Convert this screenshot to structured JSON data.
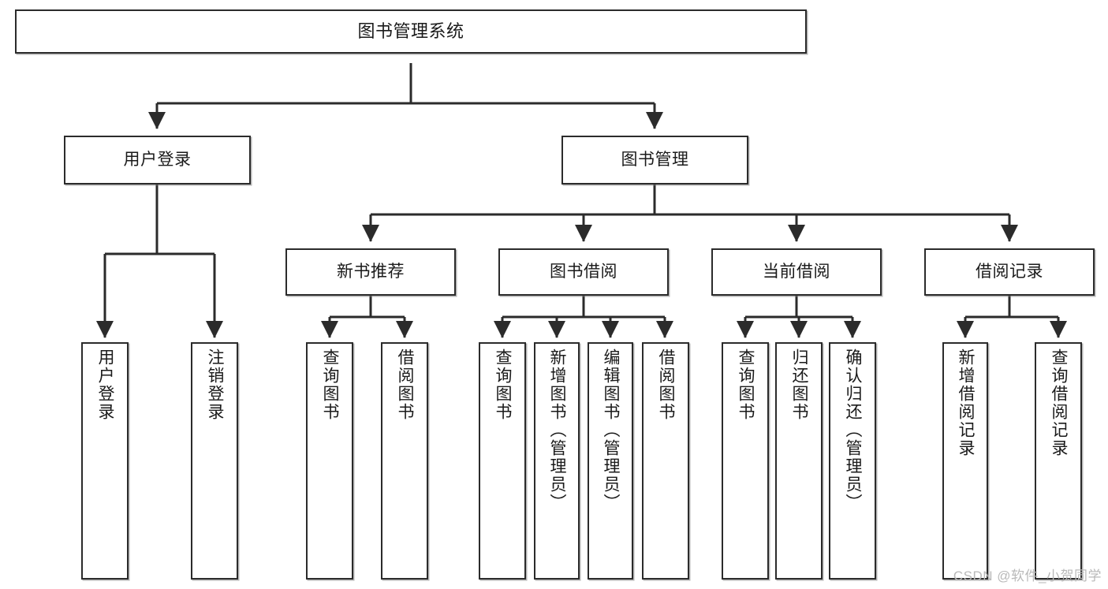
{
  "diagram": {
    "title": "图书管理系统",
    "watermark": "CSDN @软件_小贺同学",
    "line_color": "#2b2b2b",
    "box_fill": "#ffffff",
    "text_color": "#1a1a1a"
  },
  "nodes": {
    "root": {
      "label": "图书管理系统"
    },
    "level2": [
      {
        "label": "用户登录"
      },
      {
        "label": "图书管理"
      }
    ],
    "level3": [
      {
        "label": "新书推荐"
      },
      {
        "label": "图书借阅"
      },
      {
        "label": "当前借阅"
      },
      {
        "label": "借阅记录"
      }
    ],
    "leaves": {
      "user_login": [
        {
          "label": "用户登录"
        },
        {
          "label": "注销登录"
        }
      ],
      "new_book_recommend": [
        {
          "label": "查询图书"
        },
        {
          "label": "借阅图书"
        }
      ],
      "book_borrow": [
        {
          "label": "查询图书"
        },
        {
          "label": "新增图书（管理员）"
        },
        {
          "label": "编辑图书（管理员）"
        },
        {
          "label": "借阅图书"
        }
      ],
      "current_borrow": [
        {
          "label": "查询图书"
        },
        {
          "label": "归还图书"
        },
        {
          "label": "确认归还（管理员）"
        }
      ],
      "borrow_record": [
        {
          "label": "新增借阅记录"
        },
        {
          "label": "查询借阅记录"
        }
      ]
    }
  }
}
